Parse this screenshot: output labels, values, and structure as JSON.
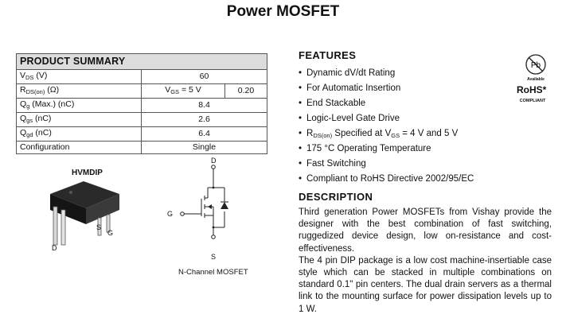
{
  "title": "Power MOSFET",
  "summary": {
    "header": "PRODUCT SUMMARY",
    "rows": [
      {
        "symbol": "V",
        "sub": "DS",
        "unit": " (V)",
        "value": "60"
      },
      {
        "symbol": "R",
        "sub": "DS(on)",
        "unit": " (Ω)",
        "cond_symbol": "V",
        "cond_sub": "GS",
        "cond_rest": " = 5 V",
        "value": "0.20"
      },
      {
        "symbol": "Q",
        "sub": "g",
        "unit": " (Max.) (nC)",
        "value": "8.4"
      },
      {
        "symbol": "Q",
        "sub": "gs",
        "unit": " (nC)",
        "value": "2.6"
      },
      {
        "symbol": "Q",
        "sub": "gd",
        "unit": " (nC)",
        "value": "6.4"
      },
      {
        "label": "Configuration",
        "value": "Single"
      }
    ]
  },
  "package": {
    "name": "HVMDIP",
    "pins": {
      "d": "D",
      "s": "S",
      "g": "G"
    }
  },
  "schematic": {
    "caption": "N-Channel MOSFET",
    "d": "D",
    "g": "G",
    "s": "S"
  },
  "features": {
    "heading": "FEATURES",
    "items": [
      "Dynamic dV/dt Rating",
      "For Automatic Insertion",
      "End Stackable",
      "Logic-Level Gate Drive",
      {
        "pre": "R",
        "sub": "DS(on)",
        "mid": " Specified at V",
        "sub2": "GS",
        "post": " = 4 V and 5 V"
      },
      "175 °C Operating Temperature",
      "Fast Switching",
      "Compliant to RoHS Directive 2002/95/EC"
    ]
  },
  "rohs": {
    "logo_text": "Pb",
    "available": "Available",
    "word": "RoHS*",
    "compliant": "COMPLIANT"
  },
  "description": {
    "heading": "DESCRIPTION",
    "paragraphs": [
      "Third generation Power MOSFETs from Vishay provide the designer with the best combination of fast switching, ruggedized device design, low on-resistance and cost-effectiveness.",
      "The 4 pin DIP package is a low cost machine-insertiable case style which can be stacked in multiple combinations on standard 0.1\" pin centers. The dual drain servers as a thermal link to the mounting surface for power dissipation levels up to 1 W."
    ]
  }
}
